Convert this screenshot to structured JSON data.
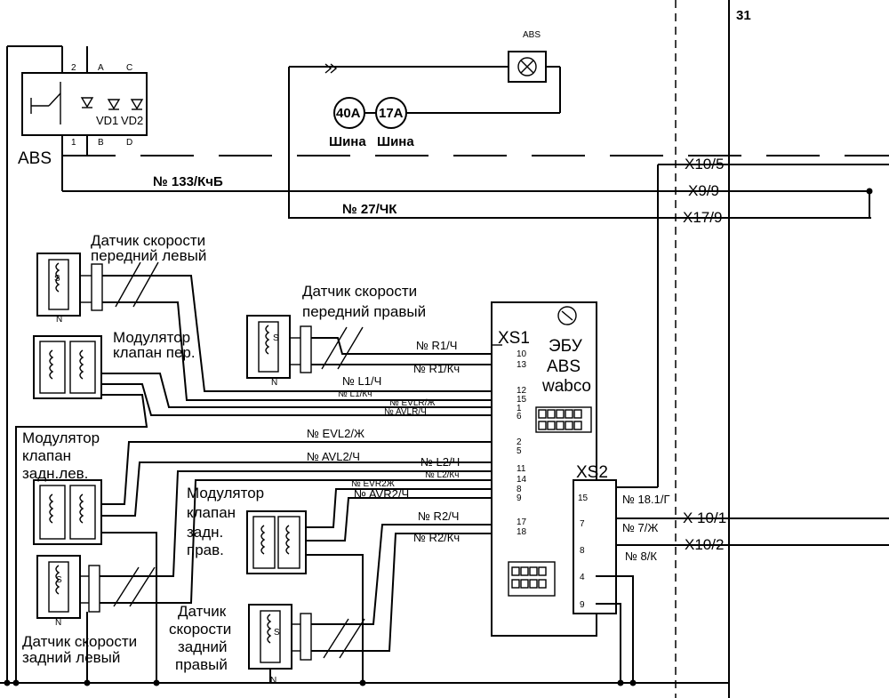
{
  "terminal_31": "31",
  "abs_block": {
    "label": "ABS",
    "pin_2": "2",
    "pin_A": "A",
    "pin_C": "C",
    "pin_1": "1",
    "pin_B": "B",
    "pin_D": "D",
    "diode_1": "VD1",
    "diode_2": "VD2"
  },
  "lamp": {
    "label": "ABS"
  },
  "bus": {
    "bus_40a": "40A",
    "bus_17a": "17A",
    "label_1": "Шина",
    "label_2": "Шина"
  },
  "wires": {
    "w133": "№ 133/КчБ",
    "w27": "№ 27/ЧК",
    "r1": "№ R1/Ч",
    "r1k": "№ R1/Кч",
    "l1": "№ L1/Ч",
    "l1k": "№ L1/Кч",
    "evlr": "№ EVLR/Ж",
    "avlr": "№ AVLR/Ч",
    "evl2": "№ EVL2/Ж",
    "avl2": "№ AVL2/Ч",
    "l2": "№ L2/Ч",
    "l2k": "№ L2/Кч",
    "evr2": "№ EVR2Ж",
    "avr2": "№ AVR2/Ч",
    "r2": "№ R2/Ч",
    "r2k": "№ R2/Кч",
    "w181": "№ 18.1/Г",
    "w7": "№ 7/Ж",
    "w8": "№ 8/К"
  },
  "connectors_right": {
    "x10_5": "X10/5",
    "x9_9": "X9/9",
    "x17_9": "X17/9",
    "x10_1": "X 10/1",
    "x10_2": "X10/2"
  },
  "ecu": {
    "xs1": "XS1",
    "xs2": "XS2",
    "line1": "ЭБУ",
    "line2": "ABS",
    "line3": "wabco",
    "xs1_pins": [
      "10",
      "13",
      "12",
      "15",
      "1",
      "6",
      "2",
      "5",
      "11",
      "14",
      "8",
      "9",
      "17",
      "18"
    ],
    "xs2_pins": [
      "15",
      "7",
      "8",
      "4",
      "9"
    ]
  },
  "components": {
    "sensor_fl": {
      "line1": "Датчик скорости",
      "line2": "передний левый",
      "core": "S",
      "n": "N"
    },
    "sensor_fr": {
      "line1": "Датчик скорости",
      "line2": "передний правый",
      "core": "S",
      "n": "N"
    },
    "mod_front": {
      "line1": "Модулятор",
      "line2": "клапан пер."
    },
    "mod_rl": {
      "line1": "Модулятор",
      "line2": "клапан",
      "line3": "задн.лев."
    },
    "mod_rr": {
      "line1": "Модулятор",
      "line2": "клапан",
      "line3": "задн.",
      "line4": "прав."
    },
    "sensor_rl": {
      "line1": "Датчик скорости",
      "line2": "задний левый",
      "core": "S",
      "n": "N"
    },
    "sensor_rr": {
      "line1": "Датчик",
      "line2": "скорости",
      "line3": "задний",
      "line4": "правый",
      "core": "S",
      "n": "N"
    }
  }
}
